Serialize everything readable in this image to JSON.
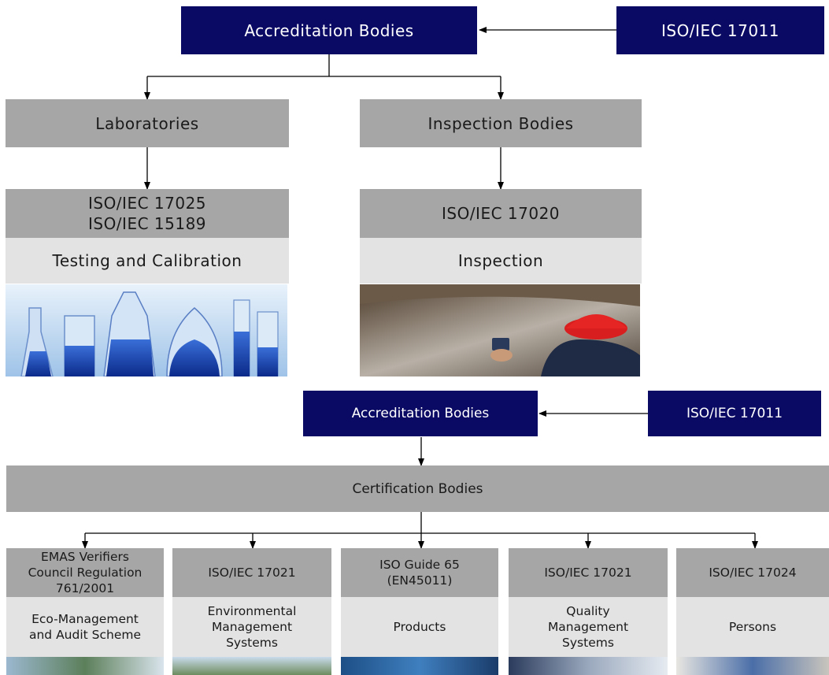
{
  "top": {
    "accreditation": "Accreditation Bodies",
    "standard": "ISO/IEC 17011",
    "laboratories": "Laboratories",
    "inspection_bodies": "Inspection Bodies",
    "lab_standards": "ISO/IEC 17025\nISO/IEC 15189",
    "lab_scope": "Testing and Calibration",
    "insp_standard": "ISO/IEC 17020",
    "insp_scope": "Inspection"
  },
  "bottom": {
    "accreditation": "Accreditation Bodies",
    "standard": "ISO/IEC 17011",
    "certification": "Certification Bodies",
    "columns": [
      {
        "standard": "EMAS Verifiers\nCouncil Regulation\n761/2001",
        "scope": "Eco-Management\nand Audit Scheme"
      },
      {
        "standard": "ISO/IEC 17021",
        "scope": "Environmental\nManagement\nSystems"
      },
      {
        "standard": "ISO Guide 65\n(EN45011)",
        "scope": "Products"
      },
      {
        "standard": "ISO/IEC 17021",
        "scope": "Quality\nManagement\nSystems"
      },
      {
        "standard": "ISO/IEC 17024",
        "scope": "Persons"
      }
    ]
  },
  "colors": {
    "navy": "#0a0a64",
    "gray": "#a6a6a6",
    "light": "#e3e3e3"
  }
}
